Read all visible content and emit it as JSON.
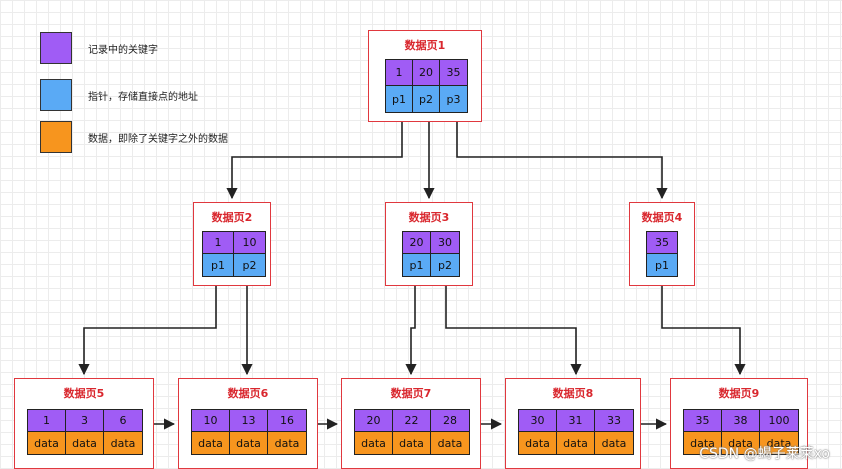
{
  "legend": [
    {
      "label": "记录中的关键字",
      "color": "#a05cf5"
    },
    {
      "label": "指针，存储直接点的地址",
      "color": "#5aaaf5"
    },
    {
      "label": "数据，即除了关键字之外的数据",
      "color": "#f7951e"
    }
  ],
  "colors": {
    "key": "#a05cf5",
    "pointer": "#5aaaf5",
    "data": "#f7951e",
    "box_border": "#e0383e",
    "title": "#d9272e"
  },
  "pages": {
    "page1": {
      "title": "数据页1",
      "keys": [
        "1",
        "20",
        "35"
      ],
      "pointers": [
        "p1",
        "p2",
        "p3"
      ]
    },
    "page2": {
      "title": "数据页2",
      "keys": [
        "1",
        "10"
      ],
      "pointers": [
        "p1",
        "p2"
      ]
    },
    "page3": {
      "title": "数据页3",
      "keys": [
        "20",
        "30"
      ],
      "pointers": [
        "p1",
        "p2"
      ]
    },
    "page4": {
      "title": "数据页4",
      "keys": [
        "35"
      ],
      "pointers": [
        "p1"
      ]
    },
    "page5": {
      "title": "数据页5",
      "keys": [
        "1",
        "3",
        "6"
      ],
      "data": [
        "data",
        "data",
        "data"
      ]
    },
    "page6": {
      "title": "数据页6",
      "keys": [
        "10",
        "13",
        "16"
      ],
      "data": [
        "data",
        "data",
        "data"
      ]
    },
    "page7": {
      "title": "数据页7",
      "keys": [
        "20",
        "22",
        "28"
      ],
      "data": [
        "data",
        "data",
        "data"
      ]
    },
    "page8": {
      "title": "数据页8",
      "keys": [
        "30",
        "31",
        "33"
      ],
      "data": [
        "data",
        "data",
        "data"
      ]
    },
    "page9": {
      "title": "数据页9",
      "keys": [
        "35",
        "38",
        "100"
      ],
      "data": [
        "data",
        "data",
        "data"
      ]
    }
  },
  "watermark": "CSDN @蝎子莱莱xo"
}
